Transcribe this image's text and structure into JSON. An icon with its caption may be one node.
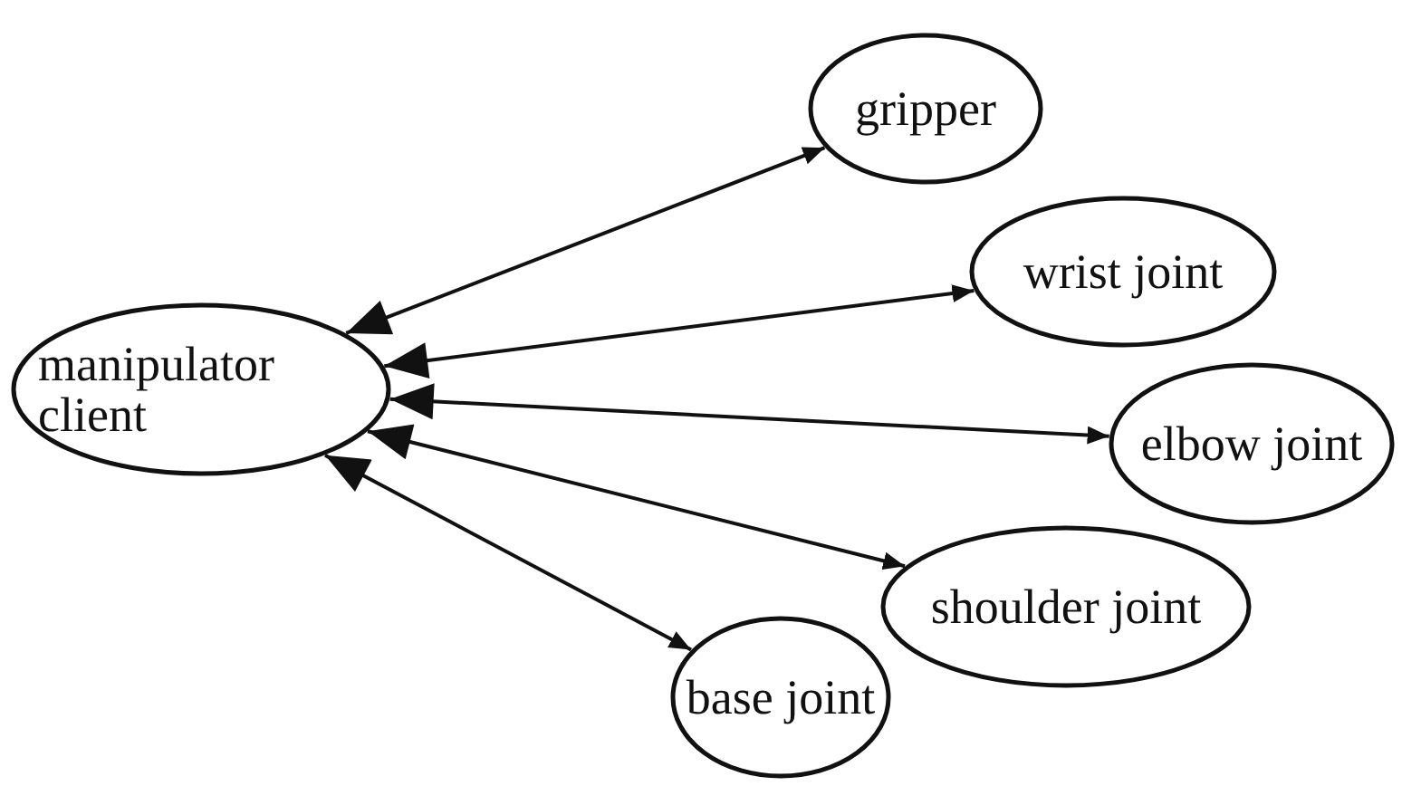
{
  "diagram": {
    "nodes": [
      {
        "text": [
          "manipulator client"
        ]
      },
      {
        "text": [
          "gripper"
        ]
      },
      {
        "text": [
          "wrist joint"
        ]
      },
      {
        "text": [
          "elbow joint"
        ]
      },
      {
        "text": [
          "shoulder joint"
        ]
      },
      {
        "text": [
          "base joint"
        ]
      }
    ],
    "edges": [
      {
        "from": 0,
        "to": 1,
        "arrow": "both"
      },
      {
        "from": 0,
        "to": 2,
        "arrow": "both"
      },
      {
        "from": 0,
        "to": 3,
        "arrow": "both"
      },
      {
        "from": 0,
        "to": 4,
        "arrow": "both"
      },
      {
        "from": 0,
        "to": 5,
        "arrow": "both"
      }
    ]
  }
}
